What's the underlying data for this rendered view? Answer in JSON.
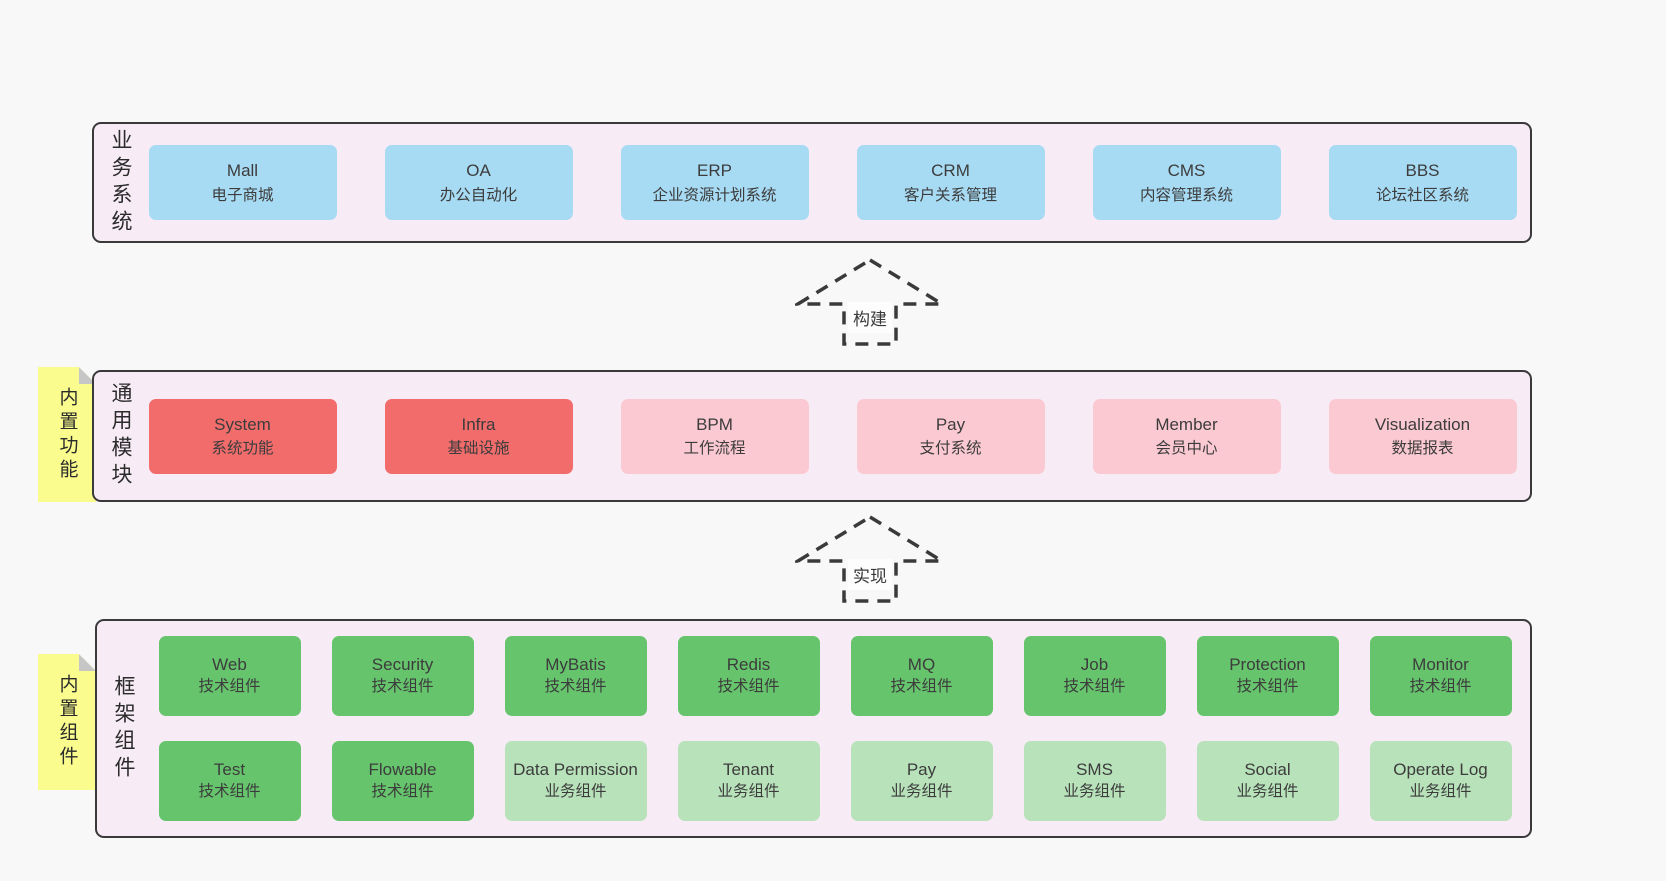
{
  "colors": {
    "page_bg": "#f8f8f8",
    "panel_bg": "#f7ecf5",
    "panel_border": "#3a3a3a",
    "blue": "#a7daf3",
    "red": "#f26c6c",
    "pink": "#fbc9d1",
    "green_dark": "#66c46d",
    "green_light": "#b8e2ba",
    "sticky_yellow": "#fafc8e",
    "sticky_fold": "#c6c6c6",
    "text": "#3c3c3c"
  },
  "arrows": {
    "build": "构建",
    "implement": "实现"
  },
  "layers": {
    "business": {
      "side_label": "业务系统",
      "boxes": [
        {
          "title": "Mall",
          "subtitle": "电子商城",
          "variant": "blue"
        },
        {
          "title": "OA",
          "subtitle": "办公自动化",
          "variant": "blue"
        },
        {
          "title": "ERP",
          "subtitle": "企业资源计划系统",
          "variant": "blue"
        },
        {
          "title": "CRM",
          "subtitle": "客户关系管理",
          "variant": "blue"
        },
        {
          "title": "CMS",
          "subtitle": "内容管理系统",
          "variant": "blue"
        },
        {
          "title": "BBS",
          "subtitle": "论坛社区系统",
          "variant": "blue"
        }
      ]
    },
    "modules": {
      "side_label": "通用模块",
      "sticky_label": "内置功能",
      "boxes": [
        {
          "title": "System",
          "subtitle": "系统功能",
          "variant": "red"
        },
        {
          "title": "Infra",
          "subtitle": "基础设施",
          "variant": "red"
        },
        {
          "title": "BPM",
          "subtitle": "工作流程",
          "variant": "pink"
        },
        {
          "title": "Pay",
          "subtitle": "支付系统",
          "variant": "pink"
        },
        {
          "title": "Member",
          "subtitle": "会员中心",
          "variant": "pink"
        },
        {
          "title": "Visualization",
          "subtitle": "数据报表",
          "variant": "pink"
        }
      ]
    },
    "components": {
      "side_label": "框架组件",
      "sticky_label": "内置组件",
      "row1": [
        {
          "title": "Web",
          "subtitle": "技术组件",
          "variant": "green_dark"
        },
        {
          "title": "Security",
          "subtitle": "技术组件",
          "variant": "green_dark"
        },
        {
          "title": "MyBatis",
          "subtitle": "技术组件",
          "variant": "green_dark"
        },
        {
          "title": "Redis",
          "subtitle": "技术组件",
          "variant": "green_dark"
        },
        {
          "title": "MQ",
          "subtitle": "技术组件",
          "variant": "green_dark"
        },
        {
          "title": "Job",
          "subtitle": "技术组件",
          "variant": "green_dark"
        },
        {
          "title": "Protection",
          "subtitle": "技术组件",
          "variant": "green_dark"
        },
        {
          "title": "Monitor",
          "subtitle": "技术组件",
          "variant": "green_dark"
        }
      ],
      "row2": [
        {
          "title": "Test",
          "subtitle": "技术组件",
          "variant": "green_dark"
        },
        {
          "title": "Flowable",
          "subtitle": "技术组件",
          "variant": "green_dark"
        },
        {
          "title": "Data Permission",
          "subtitle": "业务组件",
          "variant": "green_light"
        },
        {
          "title": "Tenant",
          "subtitle": "业务组件",
          "variant": "green_light"
        },
        {
          "title": "Pay",
          "subtitle": "业务组件",
          "variant": "green_light"
        },
        {
          "title": "SMS",
          "subtitle": "业务组件",
          "variant": "green_light"
        },
        {
          "title": "Social",
          "subtitle": "业务组件",
          "variant": "green_light"
        },
        {
          "title": "Operate Log",
          "subtitle": "业务组件",
          "variant": "green_light"
        }
      ]
    }
  }
}
